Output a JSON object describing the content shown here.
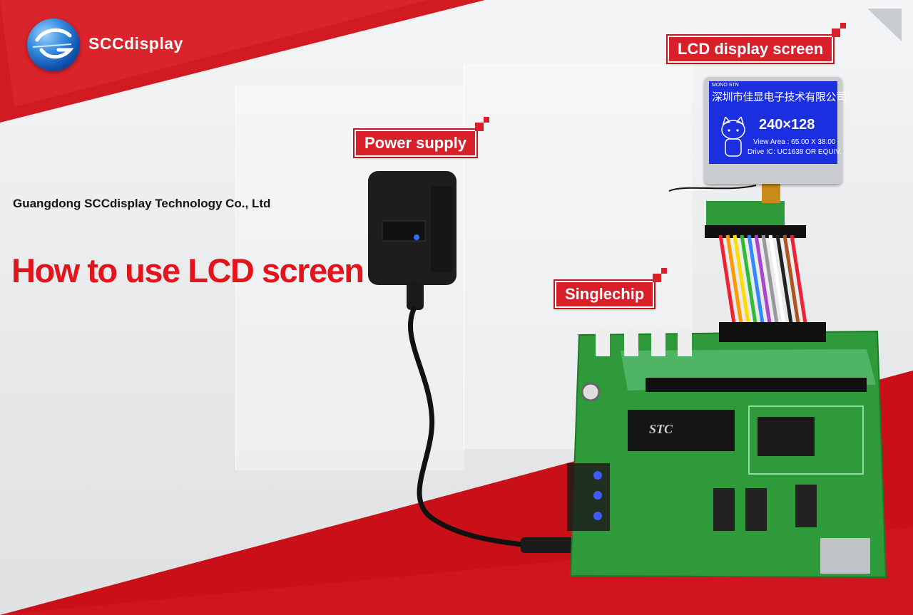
{
  "brand": {
    "name": "SCCdisplay",
    "logo_icon": "sccdisplay-logo-icon"
  },
  "company": "Guangdong SCCdisplay Technology Co., Ltd",
  "headline": "How to use LCD screen",
  "labels": {
    "lcd": "LCD display screen",
    "power": "Power supply",
    "chip": "Singlechip"
  },
  "lcd_screen": {
    "line1": "MONO STN",
    "line2": "深圳市佳显电子技术有限公司",
    "line3": "240×128",
    "line4": "View Area : 65.00 X 38.00",
    "line5": "Drive IC: UC1638 OR EQUIV."
  },
  "chip_marking": "STC",
  "colors": {
    "brand_red": "#d91f2a",
    "headline_red": "#e3141b",
    "pcb_green": "#2e9a3a",
    "lcd_blue": "#1c2fe0"
  }
}
